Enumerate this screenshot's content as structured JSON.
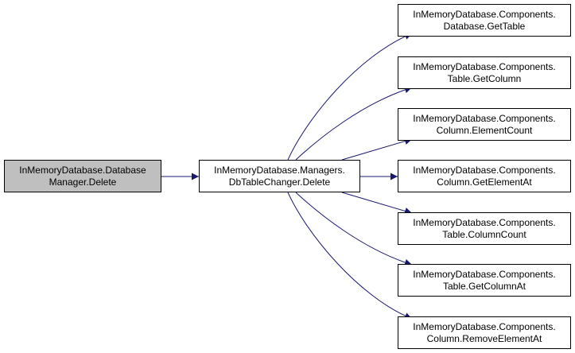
{
  "colors": {
    "edge": "#191970",
    "node_border": "#000000",
    "node_fill": "#ffffff",
    "focus_fill": "#bfbfbf"
  },
  "nodes": {
    "root": {
      "line1": "InMemoryDatabase.Database",
      "line2": "Manager.Delete"
    },
    "changer": {
      "line1": "InMemoryDatabase.Managers.",
      "line2": "DbTableChanger.Delete"
    },
    "callees": [
      {
        "line1": "InMemoryDatabase.Components.",
        "line2": "Database.GetTable"
      },
      {
        "line1": "InMemoryDatabase.Components.",
        "line2": "Table.GetColumn"
      },
      {
        "line1": "InMemoryDatabase.Components.",
        "line2": "Column.ElementCount"
      },
      {
        "line1": "InMemoryDatabase.Components.",
        "line2": "Column.GetElementAt"
      },
      {
        "line1": "InMemoryDatabase.Components.",
        "line2": "Table.ColumnCount"
      },
      {
        "line1": "InMemoryDatabase.Components.",
        "line2": "Table.GetColumnAt"
      },
      {
        "line1": "InMemoryDatabase.Components.",
        "line2": "Column.RemoveElementAt"
      }
    ]
  }
}
